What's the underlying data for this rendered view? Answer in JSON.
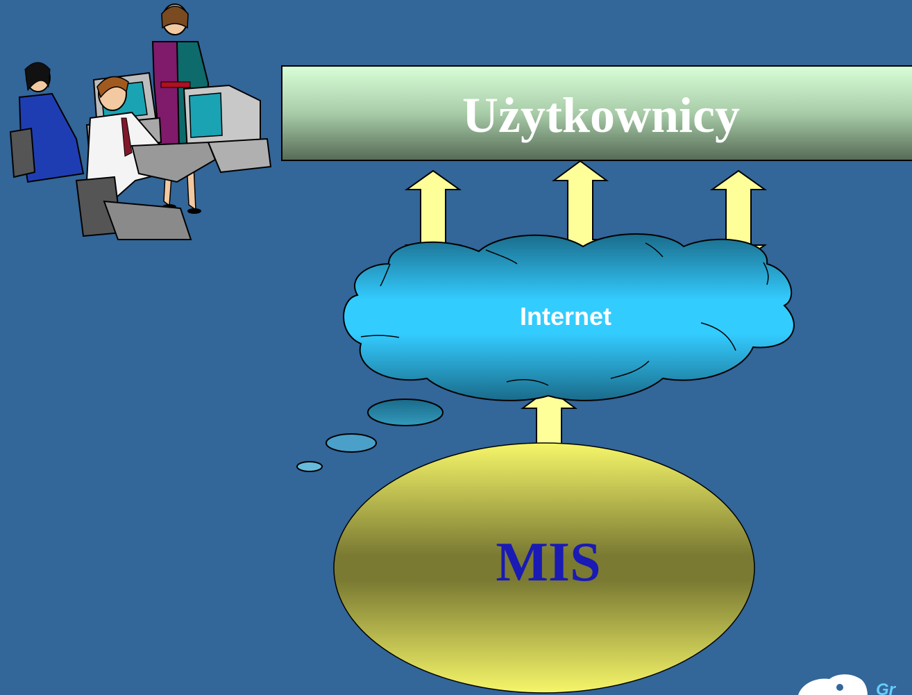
{
  "diagram": {
    "users_label": "Użytkownicy",
    "internet_label": "Internet",
    "mis_label": "MIS",
    "logo_text": "Gr",
    "icons": [
      "office-workers-clipart",
      "double-arrow-icon",
      "cloud-icon",
      "thought-bubble-icon",
      "logo-icon"
    ]
  },
  "colors": {
    "background": "#336699",
    "users_box": "#c8f0c8",
    "arrow_fill": "#ffff99",
    "cloud_fill": "#33ccff",
    "mis_fill": "#f0f060",
    "mis_text": "#1a1ab4"
  }
}
